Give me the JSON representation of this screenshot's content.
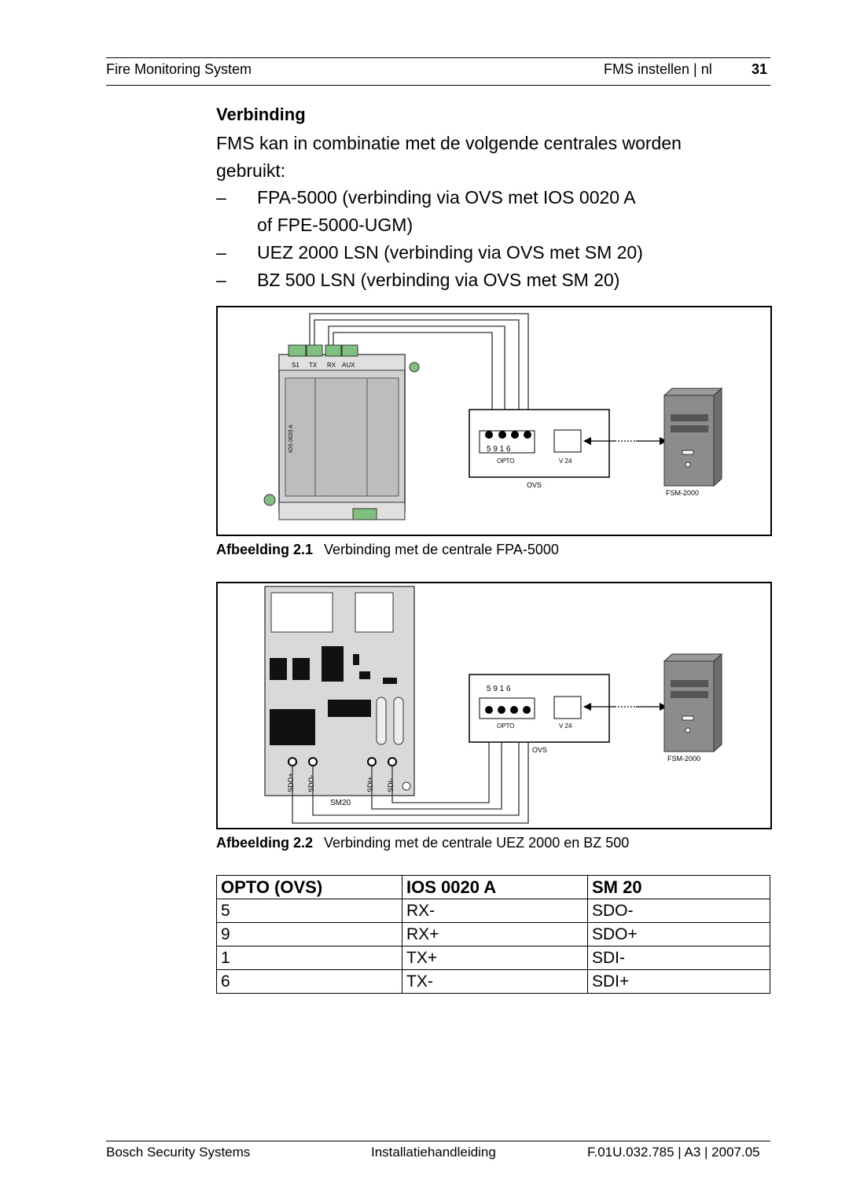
{
  "header": {
    "left": "Fire Monitoring System",
    "section": "FMS instellen | nl",
    "page_number": "31"
  },
  "section_title": "Verbinding",
  "intro": "FMS kan in combinatie met de volgende centrales worden gebruikt:",
  "list_dash": "–",
  "list": [
    {
      "line1": "FPA-5000 (verbinding via OVS met IOS 0020 A",
      "line2": "of FPE-5000-UGM)"
    },
    {
      "line1": "UEZ 2000 LSN (verbinding via OVS met SM 20)"
    },
    {
      "line1": "BZ 500 LSN (verbinding via OVS met SM 20)"
    }
  ],
  "figure1": {
    "label": "Afbeelding 2.1",
    "text": "Verbinding met de centrale FPA-5000",
    "module_label": "IOS 0020 A",
    "terminal_labels": [
      "S1",
      "TX",
      "RX",
      "AUX"
    ],
    "pins": "5  9  1  6",
    "opto": "OPTO",
    "v24": "V 24",
    "ovs": "OVS",
    "computer": "FSM-2000"
  },
  "figure2": {
    "label": "Afbeelding 2.2",
    "text": "Verbinding met de centrale UEZ 2000 en BZ 500",
    "board_label": "SM20",
    "terminals": [
      "SDO+",
      "SDO-",
      "SDI+",
      "SDI-"
    ],
    "pins": "5  9  1  6",
    "opto": "OPTO",
    "v24": "V 24",
    "ovs": "OVS",
    "computer": "FSM-2000"
  },
  "table": {
    "headers": [
      "OPTO (OVS)",
      "IOS 0020 A",
      "SM 20"
    ],
    "rows": [
      [
        "5",
        "RX-",
        "SDO-"
      ],
      [
        "9",
        "RX+",
        "SDO+"
      ],
      [
        "1",
        "TX+",
        "SDI-"
      ],
      [
        "6",
        "TX-",
        "SDI+"
      ]
    ]
  },
  "footer": {
    "left": "Bosch Security Systems",
    "center": "Installatiehandleiding",
    "right": "F.01U.032.785 | A3 | 2007.05"
  }
}
